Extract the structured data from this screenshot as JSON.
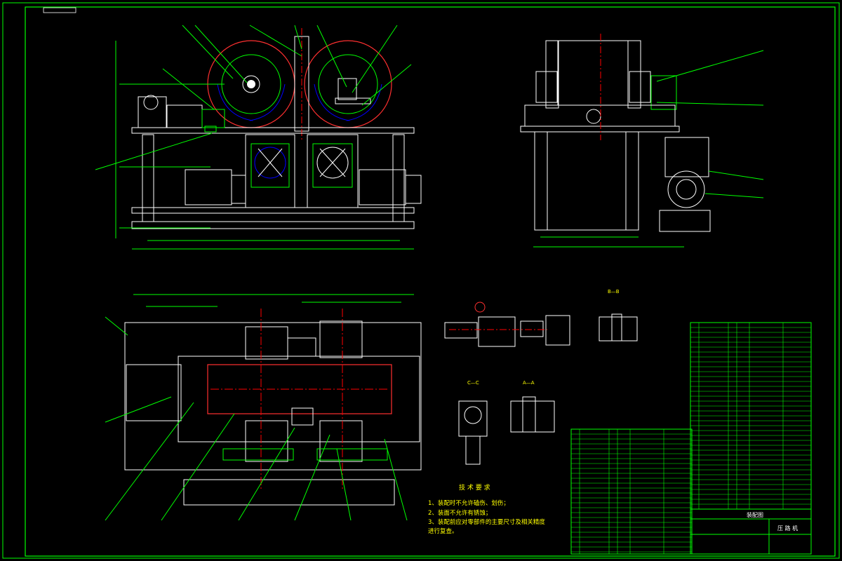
{
  "tech_requirements": {
    "title": "技 术 要 求",
    "items": [
      "1、装配时不允许磕伤、划伤；",
      "2、装面不允许有锈蚀；",
      "3、装配前应对零部件的主要尺寸及相关精度",
      "进行复查。"
    ]
  },
  "section_labels": {
    "view_b": "B—B",
    "view_c": "C—C",
    "view_a": "A—A"
  },
  "title_block": {
    "drawing_type": "装配图",
    "part_name": "压 路 机"
  },
  "colors": {
    "background": "#000000",
    "frame": "#00ff00",
    "outline": "#ffffff",
    "parts": "#00ff00",
    "wheel": "#ff3030",
    "hidden": "#0000ff",
    "text": "#ffff00",
    "center_line": "#ff0000"
  }
}
